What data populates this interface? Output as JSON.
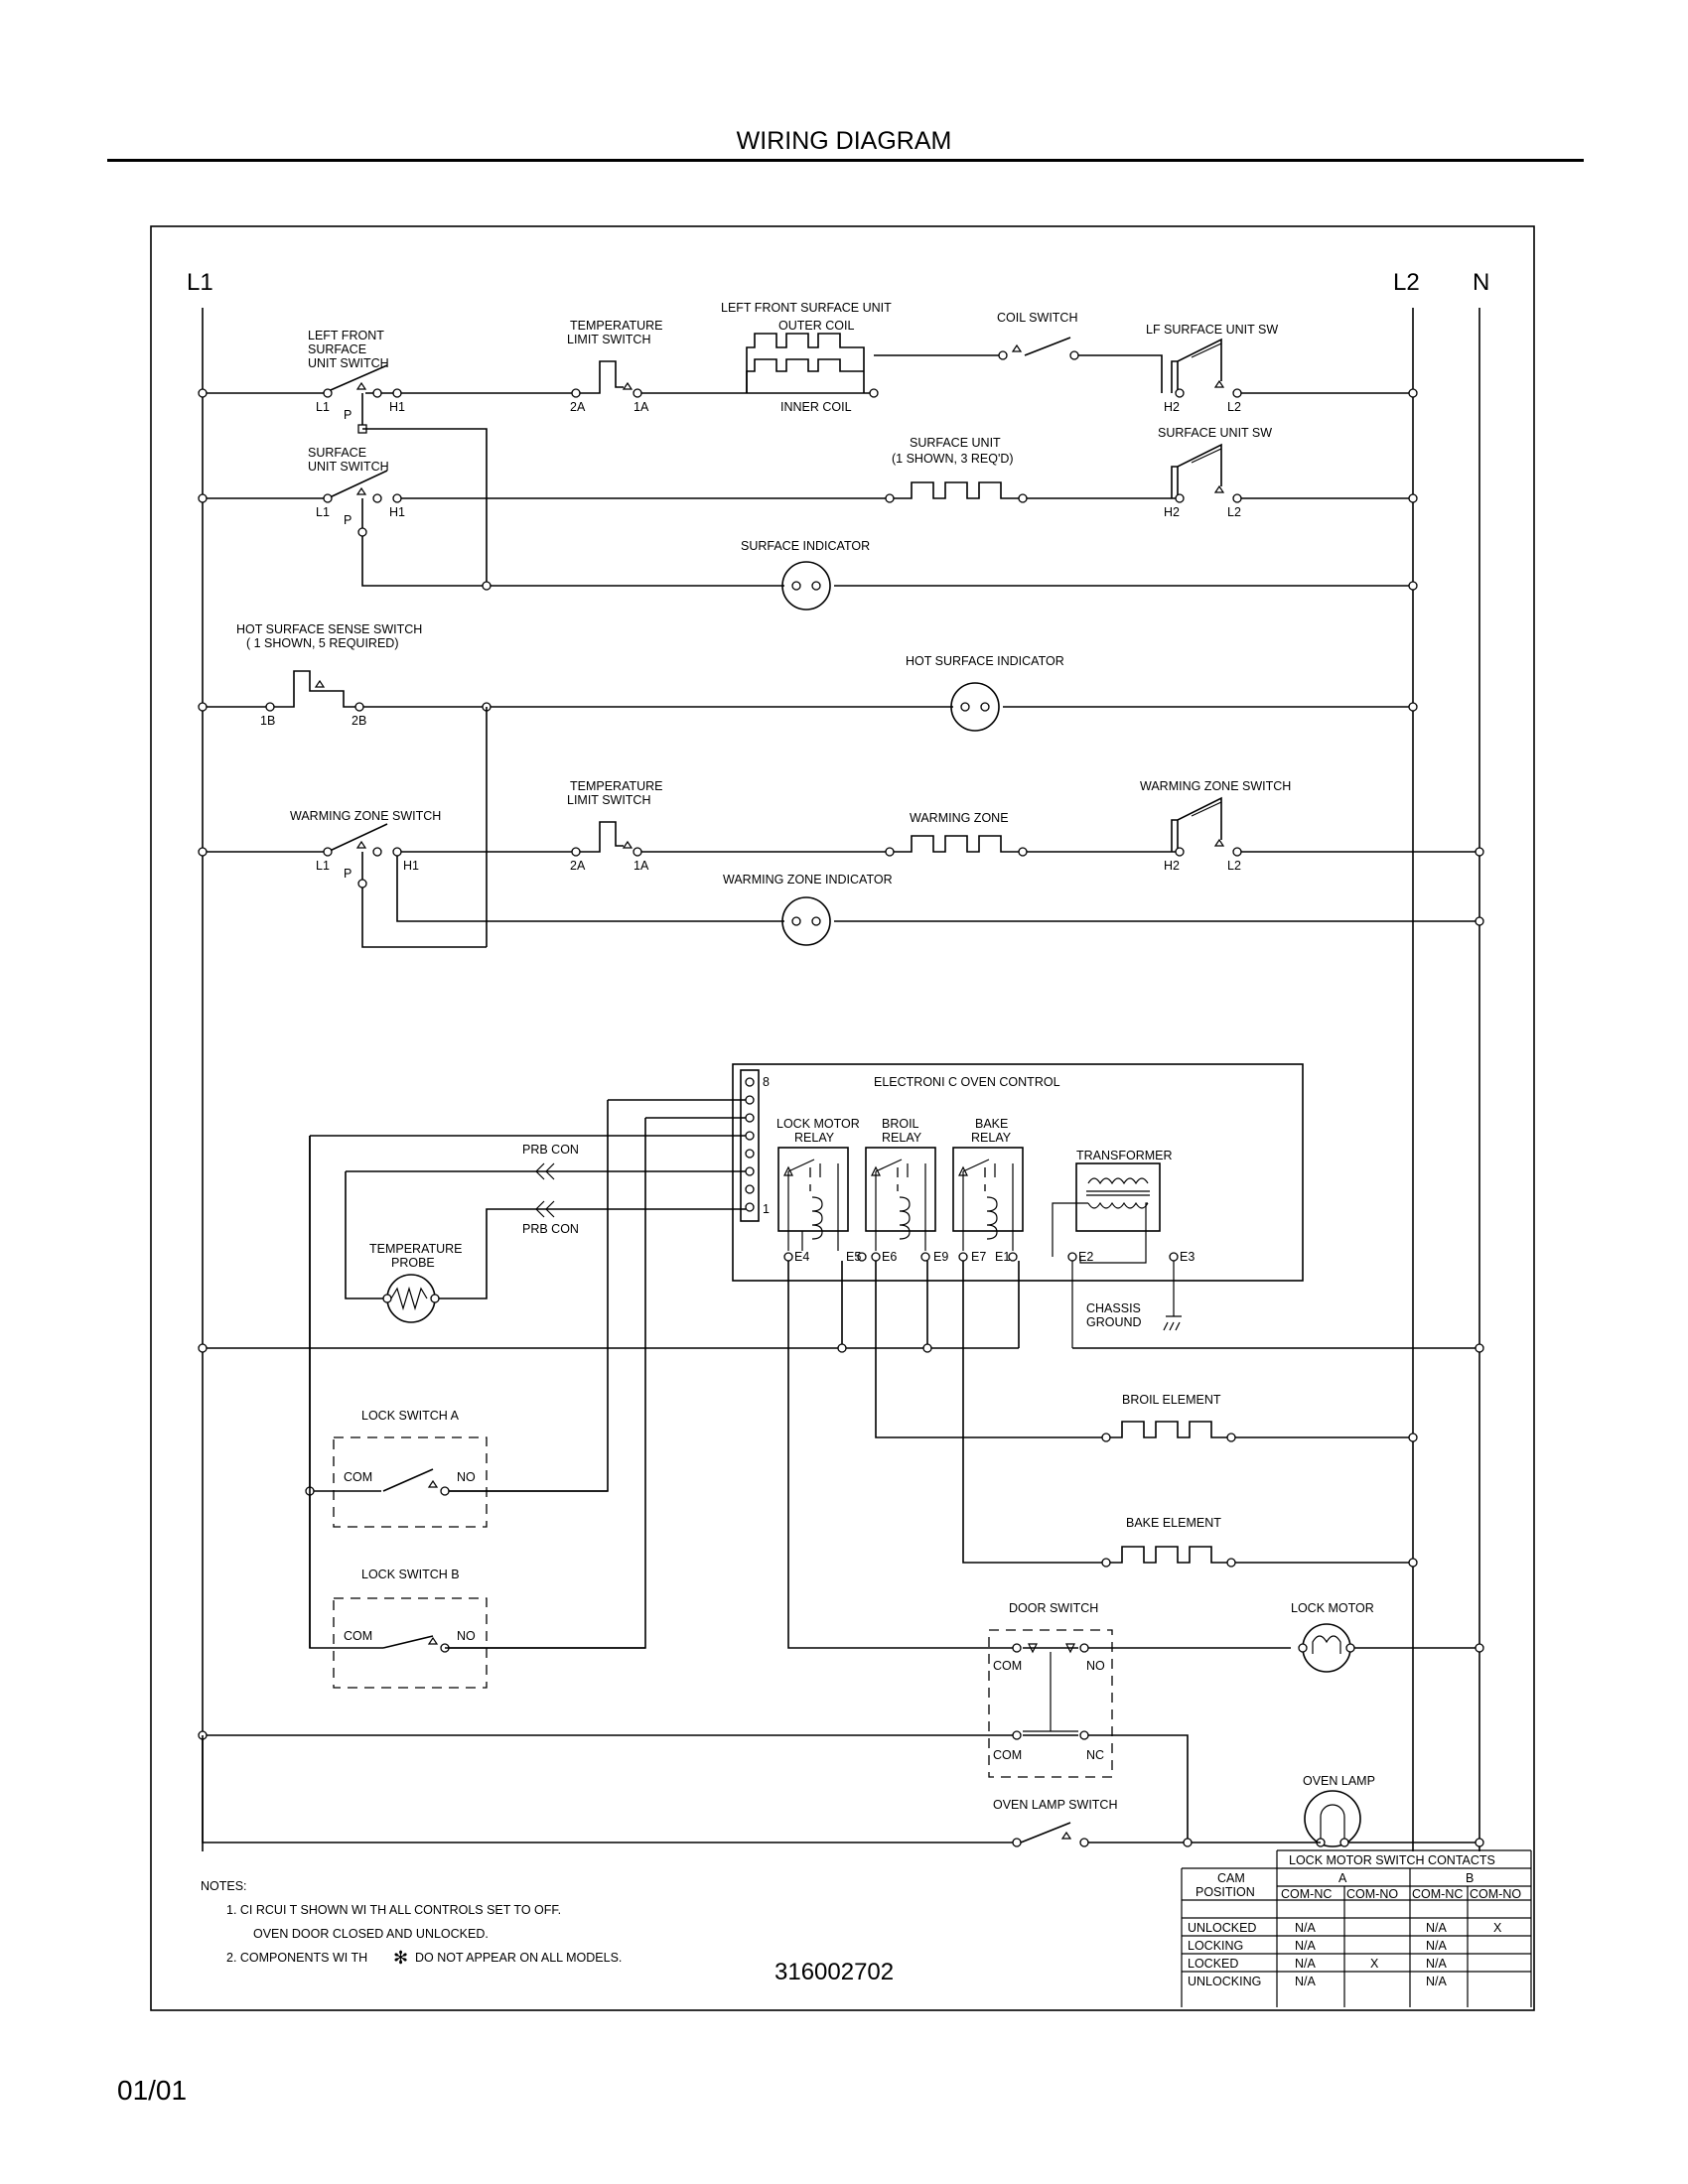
{
  "header": {
    "title": "WIRING DIAGRAM"
  },
  "footer": {
    "date": "01/01"
  },
  "rails": {
    "l1": "L1",
    "l2": "L2",
    "n": "N"
  },
  "labels": {
    "lf_switch": [
      "LEFT FRONT",
      "SURFACE",
      "UNIT SWITCH"
    ],
    "lf_switch_terms": {
      "l1": "L1",
      "p": "P",
      "h1": "H1"
    },
    "temp_limit": [
      "TEMPERATURE",
      "LIMIT SWITCH"
    ],
    "temp_limit_terms": {
      "a2": "2A",
      "a1": "1A"
    },
    "lf_unit": [
      "LEFT FRONT SURFACE UNIT",
      "OUTER COIL"
    ],
    "inner_coil": "INNER COIL",
    "coil_switch": "COIL SWITCH",
    "lf_unit_sw": "LF SURFACE UNIT SW",
    "sw_terms": {
      "h2": "H2",
      "l2": "L2"
    },
    "surface_switch": [
      "SURFACE",
      "UNIT SWITCH"
    ],
    "surface_unit": [
      "SURFACE UNIT",
      "(1 SHOWN, 3 REQ'D)"
    ],
    "surface_unit_sw": "SURFACE UNIT SW",
    "surface_indicator": "SURFACE INDICATOR",
    "hot_sense": [
      "HOT SURFACE SENSE SWITCH",
      "( 1 SHOWN, 5 REQUIRED)"
    ],
    "hot_sense_terms": {
      "b1": "1B",
      "b2": "2B"
    },
    "hot_indicator": "HOT SURFACE INDICATOR",
    "warming_switch": "WARMING ZONE SWITCH",
    "warming_zone": "WARMING ZONE",
    "warming_zone_sw": "WARMING ZONE SWITCH",
    "warming_indicator": "WARMING ZONE INDICATOR",
    "eoc": "ELECTRONI C OVEN CONTROL",
    "pin8": "8",
    "pin1": "1",
    "lock_relay": [
      "LOCK MOTOR",
      "RELAY"
    ],
    "broil_relay": [
      "BROIL",
      "RELAY"
    ],
    "bake_relay": [
      "BAKE",
      "RELAY"
    ],
    "transformer": "TRANSFORMER",
    "eterms": {
      "e4": "E4",
      "e5": "E5",
      "e6": "E6",
      "e9": "E9",
      "e7": "E7",
      "e1": "E1",
      "e2": "E2",
      "e3": "E3"
    },
    "prb_con": "PRB CON",
    "temp_probe": [
      "TEMPERATURE",
      "PROBE"
    ],
    "chassis": [
      "CHASSIS",
      "GROUND"
    ],
    "lock_a": "LOCK SWITCH A",
    "lock_b": "LOCK SWITCH B",
    "com": "COM",
    "no_contact": "NO",
    "nc": "NC",
    "broil_element": "BROIL ELEMENT",
    "bake_element": "BAKE ELEMENT",
    "door_switch": "DOOR SWITCH",
    "lock_motor": "LOCK MOTOR",
    "oven_lamp": "OVEN LAMP",
    "oven_lamp_switch": "OVEN LAMP SWITCH"
  },
  "notes": {
    "heading": "NOTES:",
    "n1": "1.  CI RCUI T  SHOWN  WI TH  ALL  CONTROLS  SET  TO  OFF.",
    "n1b": "OVEN  DOOR  CLOSED  AND  UNLOCKED.",
    "n2a": "2.  COMPONENTS  WI TH",
    "n2star": "✻",
    "n2b": "DO  NOT  APPEAR  ON  ALL  MODELS."
  },
  "part_number": "316002702",
  "cam_table": {
    "title": "LOCK MOTOR SWITCH CONTACTS",
    "position_header": [
      "CAM",
      "POSITION"
    ],
    "group_a": "A",
    "group_b": "B",
    "subheaders": [
      "COM-NC",
      "COM-NO",
      "COM-NC",
      "COM-NO"
    ],
    "rows": [
      {
        "pos": "UNLOCKED",
        "c": [
          "N/A",
          "",
          "N/A",
          "X"
        ]
      },
      {
        "pos": "LOCKING",
        "c": [
          "N/A",
          "",
          "N/A",
          ""
        ]
      },
      {
        "pos": "LOCKED",
        "c": [
          "N/A",
          "X",
          "N/A",
          ""
        ]
      },
      {
        "pos": "UNLOCKING",
        "c": [
          "N/A",
          "",
          "N/A",
          ""
        ]
      }
    ]
  }
}
